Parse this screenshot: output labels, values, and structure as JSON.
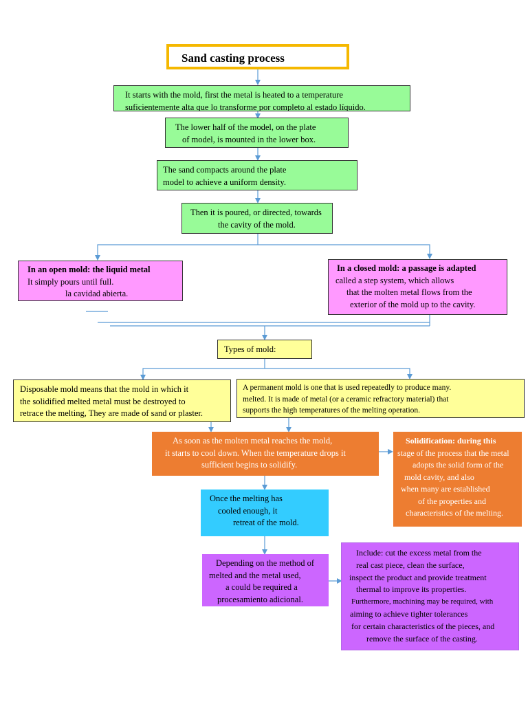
{
  "title": "Sand casting process",
  "colors": {
    "title_border": "#f5b800",
    "step_green": "#98fb98",
    "mold_pink": "#ff99ff",
    "type_yellow": "#ffff99",
    "solidify_orange": "#ed7d31",
    "cooled_cyan": "#33ccff",
    "finish_violet": "#cc66ff",
    "connector_blue": "#5b9bd5"
  },
  "steps": {
    "step1": [
      "It starts with the mold, first the metal is heated to a temperature",
      "suficientemente alta que lo transforme por completo al estado líquido."
    ],
    "step2": [
      "The lower half of the model, on the plate",
      "of model, is mounted in the lower box."
    ],
    "step3": [
      "The sand compacts around the plate",
      "model to achieve a uniform density."
    ],
    "step4": [
      "Then it is poured, or directed, towards",
      "the cavity of the mold."
    ]
  },
  "open_mold": {
    "heading": "In an open mold: the liquid metal",
    "lines": [
      "It simply pours until full.",
      "la cavidad abierta."
    ]
  },
  "closed_mold": {
    "heading": "In a closed mold: a passage is adapted",
    "lines": [
      "called a step system, which allows",
      "that the molten metal flows from the",
      "exterior of the mold up to the cavity."
    ]
  },
  "types_label": "Types of mold:",
  "disposable": [
    "Disposable mold means that the mold in which it",
    "the solidified melted metal must be destroyed to",
    "retrace the melting, They are made of sand or plaster."
  ],
  "permanent": [
    "A permanent mold is one that is used repeatedly to produce many.",
    "melted. It is made of metal (or a ceramic refractory material) that",
    "supports the high temperatures of the melting operation."
  ],
  "cooling": [
    "As soon as the molten metal reaches the mold,",
    "it starts to cool down. When the temperature drops it",
    "sufficient begins to solidify."
  ],
  "solidification": {
    "heading": "Solidification: during this",
    "lines": [
      "stage of the process that the metal",
      "adopts the solid form of the",
      "mold cavity, and also",
      "when many are established",
      "of the properties and",
      "characteristics of the melting."
    ]
  },
  "cooled": [
    "Once the melting has",
    "cooled enough, it",
    "retreat of the mold."
  ],
  "depending": [
    "Depending on the method of",
    "melted and the metal used,",
    "a could be required a",
    "procesamiento adicional."
  ],
  "include": [
    "Include: cut the excess metal from the",
    "real cast piece, clean the surface,",
    "inspect the product and provide treatment",
    "thermal to improve its properties.",
    "Furthermore, machining may be required, with",
    "aiming to achieve tighter tolerances",
    "for certain characteristics of the pieces, and",
    "remove the surface of the casting."
  ]
}
